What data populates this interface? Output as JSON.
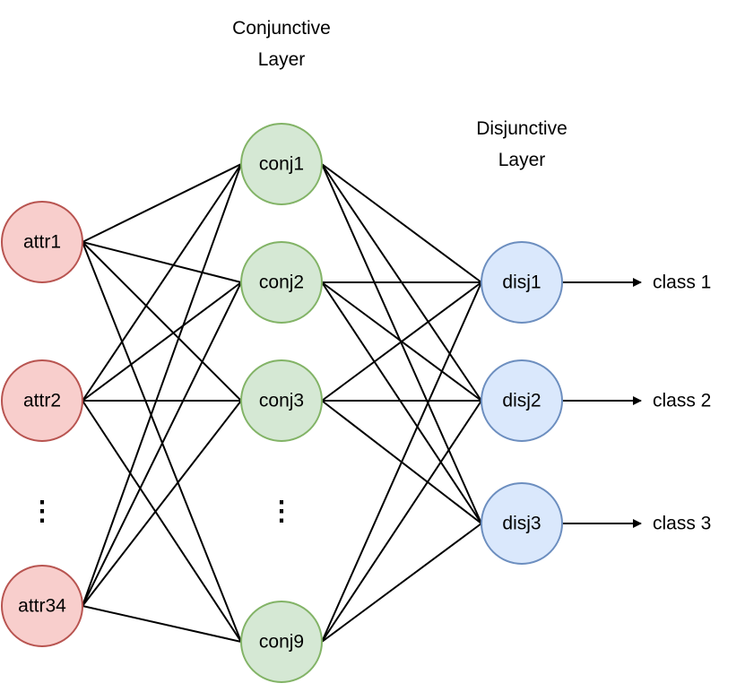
{
  "layers": {
    "conjunctive": {
      "title_line1": "Conjunctive",
      "title_line2": "Layer"
    },
    "disjunctive": {
      "title_line1": "Disjunctive",
      "title_line2": "Layer"
    }
  },
  "colors": {
    "input_fill": "#f8cecc",
    "input_stroke": "#b85450",
    "conj_fill": "#d5e8d4",
    "conj_stroke": "#82b366",
    "disj_fill": "#dae8fc",
    "disj_stroke": "#6c8ebf",
    "edge": "#000000"
  },
  "input_nodes": [
    {
      "id": "attr1",
      "label": "attr1"
    },
    {
      "id": "attr2",
      "label": "attr2"
    },
    {
      "id": "attr34",
      "label": "attr34"
    }
  ],
  "input_ellipsis": "⋮",
  "conj_nodes": [
    {
      "id": "conj1",
      "label": "conj1"
    },
    {
      "id": "conj2",
      "label": "conj2"
    },
    {
      "id": "conj3",
      "label": "conj3"
    },
    {
      "id": "conj9",
      "label": "conj9"
    }
  ],
  "conj_ellipsis": "⋮",
  "disj_nodes": [
    {
      "id": "disj1",
      "label": "disj1"
    },
    {
      "id": "disj2",
      "label": "disj2"
    },
    {
      "id": "disj3",
      "label": "disj3"
    }
  ],
  "outputs": [
    {
      "from": "disj1",
      "label": "class 1"
    },
    {
      "from": "disj2",
      "label": "class 2"
    },
    {
      "from": "disj3",
      "label": "class 3"
    }
  ],
  "edges": [
    [
      "attr1",
      "conj1"
    ],
    [
      "attr1",
      "conj2"
    ],
    [
      "attr1",
      "conj3"
    ],
    [
      "attr1",
      "conj9"
    ],
    [
      "attr2",
      "conj1"
    ],
    [
      "attr2",
      "conj2"
    ],
    [
      "attr2",
      "conj3"
    ],
    [
      "attr2",
      "conj9"
    ],
    [
      "attr34",
      "conj1"
    ],
    [
      "attr34",
      "conj2"
    ],
    [
      "attr34",
      "conj3"
    ],
    [
      "attr34",
      "conj9"
    ],
    [
      "conj1",
      "disj1"
    ],
    [
      "conj1",
      "disj2"
    ],
    [
      "conj1",
      "disj3"
    ],
    [
      "conj2",
      "disj1"
    ],
    [
      "conj2",
      "disj2"
    ],
    [
      "conj2",
      "disj3"
    ],
    [
      "conj3",
      "disj1"
    ],
    [
      "conj3",
      "disj2"
    ],
    [
      "conj3",
      "disj3"
    ],
    [
      "conj9",
      "disj1"
    ],
    [
      "conj9",
      "disj2"
    ],
    [
      "conj9",
      "disj3"
    ]
  ]
}
